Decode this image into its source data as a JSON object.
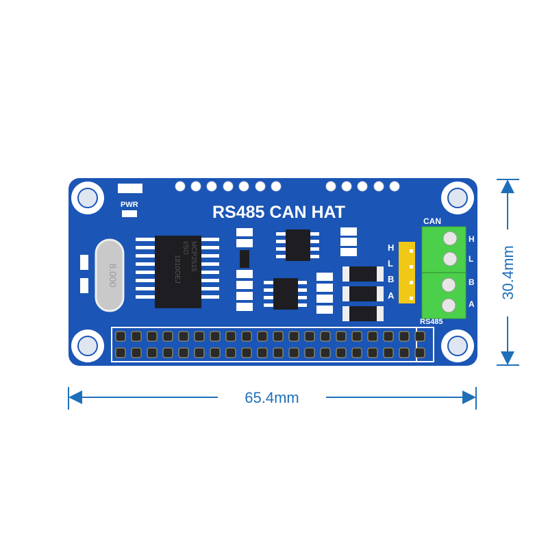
{
  "board": {
    "title": "RS485 CAN HAT",
    "pwr_label": "PWR",
    "can_label": "CAN",
    "rs485_label": "RS485",
    "header_pins": [
      "H",
      "L",
      "B",
      "A"
    ],
    "terminal_pins": [
      "H",
      "L",
      "B",
      "A"
    ],
    "chip_text": [
      "MCP2515",
      "I/SO",
      "1810OEJ"
    ],
    "crystal_text": "8.000"
  },
  "dimensions": {
    "width": "65.4mm",
    "height": "30.4mm"
  },
  "colors": {
    "pcb": "#1b55b5",
    "dimension": "#1f6fb8",
    "terminal": "#4ccf4a",
    "header": "#f2c816"
  }
}
